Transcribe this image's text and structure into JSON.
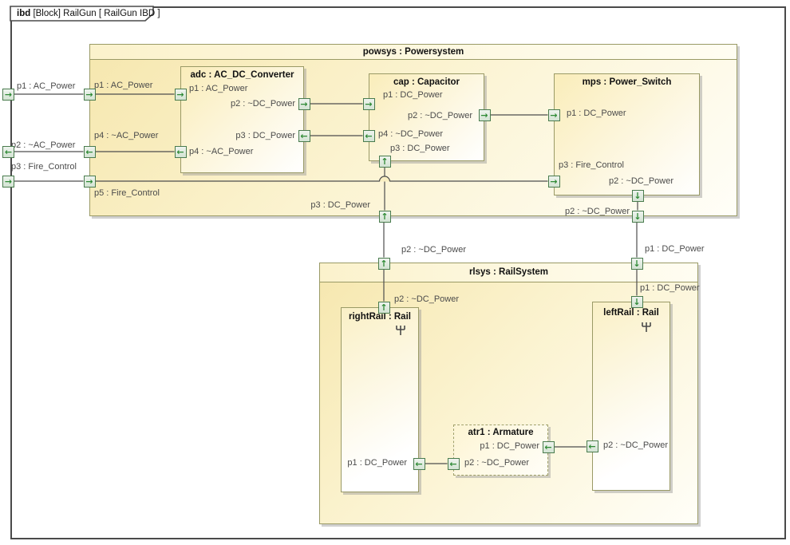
{
  "frame": {
    "tab_keyword": "ibd",
    "tab_text": " [Block] RailGun [ RailGun IBD ]"
  },
  "boundary": {
    "p1": "p1 : AC_Power",
    "p2": "p2 : ~AC_Power",
    "p3": "p3 : Fire_Control"
  },
  "powsys": {
    "title": "powsys : Powersystem",
    "ports": {
      "p1": "p1 : AC_Power",
      "p4": "p4 : ~AC_Power",
      "p5": "p5 : Fire_Control",
      "p3": "p3 : DC_Power",
      "p2": "p2 : ~DC_Power"
    }
  },
  "adc": {
    "title": "adc : AC_DC_Converter",
    "ports": {
      "p1": "p1 : AC_Power",
      "p2": "p2 : ~DC_Power",
      "p3": "p3 : DC_Power",
      "p4": "p4 : ~AC_Power"
    }
  },
  "cap": {
    "title": "cap : Capacitor",
    "ports": {
      "p1": "p1 : DC_Power",
      "p2": "p2 : ~DC_Power",
      "p4": "p4 : ~DC_Power",
      "p3": "p3 : DC_Power"
    }
  },
  "mps": {
    "title": "mps : Power_Switch",
    "ports": {
      "p1": "p1 : DC_Power",
      "p3": "p3 : Fire_Control",
      "p2": "p2 : ~DC_Power"
    }
  },
  "rlsys": {
    "title": "rlsys : RailSystem",
    "ports": {
      "p2": "p2 : ~DC_Power",
      "p1": "p1 : DC_Power"
    }
  },
  "rightRail": {
    "title": "rightRail : Rail",
    "ports": {
      "p2": "p2 : ~DC_Power",
      "p1": "p1 : DC_Power"
    }
  },
  "leftRail": {
    "title": "leftRail : Rail",
    "ports": {
      "p1": "p1 : DC_Power",
      "p2": "p2 : ~DC_Power"
    }
  },
  "atr1": {
    "title": "atr1 : Armature",
    "ports": {
      "p1": "p1 : DC_Power",
      "p2": "p2 : ~DC_Power"
    }
  },
  "icons": {
    "arrow_right": "→",
    "arrow_left": "←",
    "arrow_up": "↑",
    "arrow_down": "↓"
  },
  "colors": {
    "block_border": "#9a9a66",
    "block_fill": "#f6e7ae",
    "port_border": "#4a7c4e",
    "port_arrow": "#2f8a35",
    "connector": "#4d4d4d",
    "frame": "#4a4a4a"
  }
}
